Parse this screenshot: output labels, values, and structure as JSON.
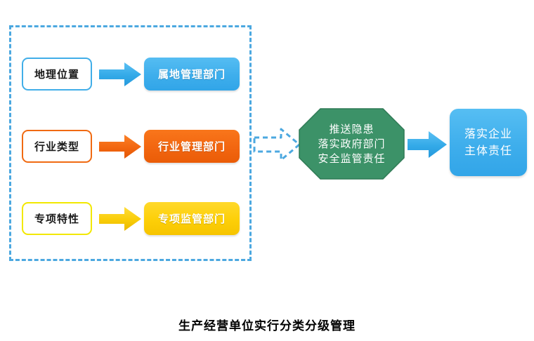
{
  "diagram": {
    "caption": "生产经营单位实行分类分级管理",
    "group": {
      "name": "classification-criteria-group",
      "border_color": "#4CA8E0",
      "border_style": "dashed"
    },
    "rows": [
      {
        "criterion": "地理位置",
        "department": "属地管理部门",
        "accent": "#41AEE8",
        "fill": "#3EAEEC",
        "arrow_color": "#33AAE8"
      },
      {
        "criterion": "行业类型",
        "department": "行业管理部门",
        "accent": "#F06A12",
        "fill": "#F26610",
        "arrow_color": "#F26610"
      },
      {
        "criterion": "专项特性",
        "department": "专项监管部门",
        "accent": "#F2E800",
        "fill": "#FDCF08",
        "arrow_color": "#F5C400"
      }
    ],
    "octagon": {
      "lines": [
        "推送隐患",
        "落实政府部门",
        "安全监管责任"
      ],
      "fill": "#3C9268",
      "stroke": "#2F7A55"
    },
    "outcome": {
      "lines": [
        "落实企业",
        "主体责任"
      ],
      "fill": "#3EAEEC"
    },
    "connector_dashed": {
      "label": "dashed-arrow",
      "color": "#4CA8E0"
    },
    "connector_final": {
      "label": "solid-arrow",
      "color": "#33AAE8"
    }
  }
}
